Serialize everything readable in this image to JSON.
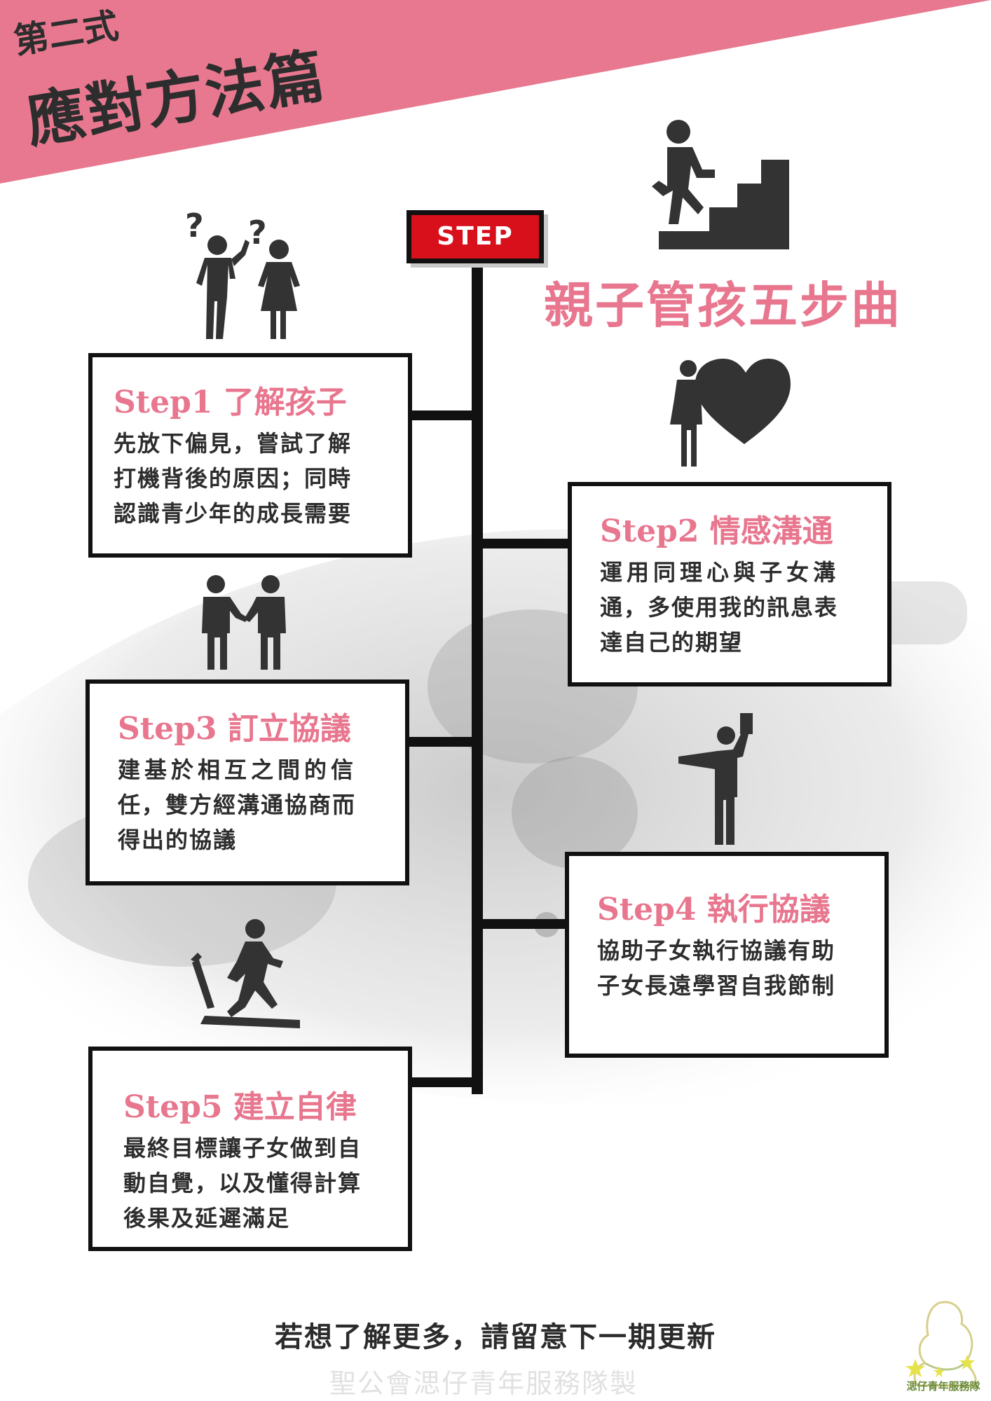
{
  "header": {
    "series": "第二式",
    "chapter": "應對方法篇",
    "accent_color": "#e8788f"
  },
  "step_tag": "STEP",
  "main_title": "親子管孩五步曲",
  "steps": [
    {
      "title": "Step1 了解孩子",
      "lines": [
        "先放下偏見，嘗試了解",
        "打機背後的原因；同時",
        "認識青少年的成長需要"
      ],
      "icon": "confused-parents-icon"
    },
    {
      "title": "Step2 情感溝通",
      "lines": [
        "運用同理心與子女溝",
        "通，多使用我的訊息表",
        "達自己的期望"
      ],
      "icon": "person-heart-icon"
    },
    {
      "title": "Step3 訂立協議",
      "lines": [
        "建基於相互之間的信",
        "任，雙方經溝通協商而",
        "得出的協議"
      ],
      "icon": "handshake-icon"
    },
    {
      "title": "Step4 執行協議",
      "lines": [
        "協助子女執行協議有助",
        "子女長遠學習自我節制"
      ],
      "icon": "person-pointing-icon"
    },
    {
      "title": "Step5 建立自律",
      "lines": [
        "最終目標讓子女做到自",
        "動自覺，以及懂得計算",
        "後果及延遲滿足"
      ],
      "icon": "treadmill-icon"
    }
  ],
  "footer": {
    "message": "若想了解更多，請留意下一期更新",
    "credit": "聖公會㴓仔青年服務隊製",
    "logo_text": "㴓仔青年服務隊"
  }
}
